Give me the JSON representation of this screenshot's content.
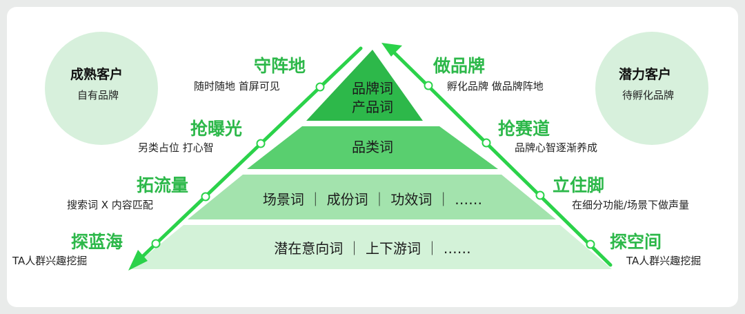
{
  "colors": {
    "accent": "#2db84a",
    "circle_fill": "#d7f0dc",
    "layer1": "#2db84a",
    "layer2": "#59cf6f",
    "layer3": "#a3e3ad",
    "layer4": "#d3f2d8",
    "line": "#2bd24a"
  },
  "left_circle": {
    "title": "成熟客户",
    "subtitle": "自有品牌"
  },
  "right_circle": {
    "title": "潜力客户",
    "subtitle": "待孵化品牌"
  },
  "pyramid": {
    "top_line1": "品牌词",
    "top_line2": "产品词",
    "layer2": "品类词",
    "layer3": "场景词 ｜ 成份词 ｜ 功效词 ｜ ……",
    "layer4": "潜在意向词 ｜ 上下游词 ｜ ……"
  },
  "left_stages": [
    {
      "title": "守阵地",
      "subtitle": "随时随地 首屏可见"
    },
    {
      "title": "抢曝光",
      "subtitle": "另类占位 打心智"
    },
    {
      "title": "拓流量",
      "subtitle": "搜索词 X 内容匹配"
    },
    {
      "title": "探蓝海",
      "subtitle": "TA人群兴趣挖掘"
    }
  ],
  "right_stages": [
    {
      "title": "做品牌",
      "subtitle": "孵化品牌 做品牌阵地"
    },
    {
      "title": "抢赛道",
      "subtitle": "品牌心智逐渐养成"
    },
    {
      "title": "立住脚",
      "subtitle": "在细分功能/场景下做声量"
    },
    {
      "title": "探空间",
      "subtitle": "TA人群兴趣挖掘"
    }
  ]
}
